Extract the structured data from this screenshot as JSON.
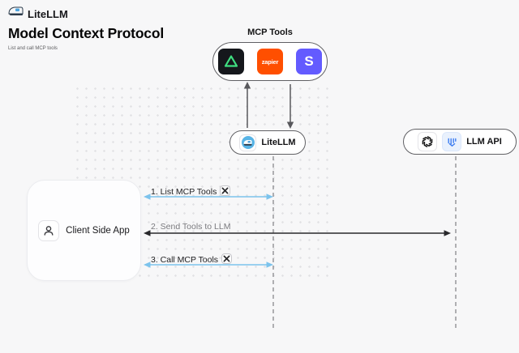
{
  "header": {
    "brand": "LiteLLM",
    "title": "Model Context Protocol",
    "subtitle": "List and call MCP tools"
  },
  "mcp": {
    "label": "MCP Tools",
    "tools": [
      {
        "name": "triangle-app",
        "label": ""
      },
      {
        "name": "zapier",
        "label": "zapier"
      },
      {
        "name": "stripe",
        "label": "S"
      }
    ]
  },
  "nodes": {
    "litellm": {
      "label": "LiteLLM"
    },
    "llm_api": {
      "label": "LLM API"
    },
    "client": {
      "label": "Client Side App"
    }
  },
  "flows": {
    "step1": {
      "label": "1. List MCP Tools"
    },
    "step2": {
      "label": "2. Send Tools to LLM"
    },
    "step3": {
      "label": "3. Call MCP Tools"
    }
  },
  "colors": {
    "background": "#f7f7f8",
    "blue_arrow": "#7cc3ec",
    "dark_arrow": "#222222",
    "gray_arrow": "#58585c",
    "zapier_orange": "#ff4f00",
    "stripe_purple": "#635bff",
    "litellm_blue": "#58b4e6",
    "triangle_green": "#3fdf81"
  }
}
